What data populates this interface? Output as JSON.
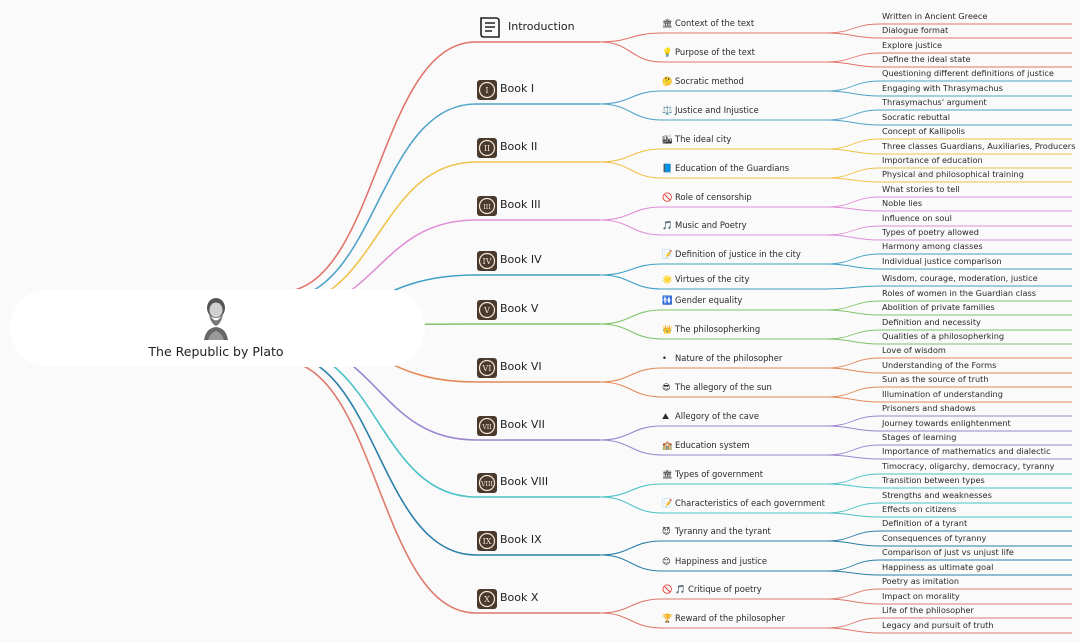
{
  "root": {
    "title": "The Republic by Plato"
  },
  "books": [
    {
      "label": "Introduction",
      "icon": "scroll-icon",
      "color": "#e2756b",
      "topics": [
        {
          "emoji": "🏛",
          "label": "Context of the text",
          "details": [
            "Written in Ancient Greece",
            "Dialogue format"
          ]
        },
        {
          "emoji": "💡",
          "label": "Purpose of the text",
          "details": [
            "Explore justice",
            "Define the ideal state"
          ]
        }
      ]
    },
    {
      "label": "Book I",
      "icon": "roman-one-icon",
      "color": "#4fa3c9",
      "topics": [
        {
          "emoji": "🤔",
          "label": "Socratic method",
          "details": [
            "Questioning different definitions of justice",
            "Engaging with Thrasymachus"
          ]
        },
        {
          "emoji": "⚖️",
          "label": "Justice and Injustice",
          "details": [
            "Thrasymachus' argument",
            "Socratic rebuttal"
          ]
        }
      ]
    },
    {
      "label": "Book II",
      "icon": "roman-two-icon",
      "color": "#f0c24a",
      "topics": [
        {
          "emoji": "🏙",
          "label": "The ideal city",
          "details": [
            "Concept of Kallipolis",
            "Three classes Guardians, Auxiliaries, Producers"
          ]
        },
        {
          "emoji": "📘",
          "label": "Education of the Guardians",
          "details": [
            "Importance of education",
            "Physical and philosophical training"
          ]
        }
      ]
    },
    {
      "label": "Book III",
      "icon": "roman-three-icon",
      "color": "#e08fd9",
      "topics": [
        {
          "emoji": "🚫",
          "label": "Role of censorship",
          "details": [
            "What stories to tell",
            "Noble lies"
          ]
        },
        {
          "emoji": "🎵",
          "label": "Music and Poetry",
          "details": [
            "Influence on soul",
            "Types of poetry allowed"
          ]
        }
      ]
    },
    {
      "label": "Book IV",
      "icon": "roman-four-icon",
      "color": "#3ea0c4",
      "topics": [
        {
          "emoji": "📝",
          "label": "Definition of justice in the city",
          "details": [
            "Harmony among classes",
            "Individual justice comparison"
          ]
        },
        {
          "emoji": "🌟",
          "label": "Virtues of the city",
          "details": [
            "Wisdom, courage, moderation, justice"
          ]
        }
      ]
    },
    {
      "label": "Book V",
      "icon": "roman-five-icon",
      "color": "#7fc46a",
      "topics": [
        {
          "emoji": "🚻",
          "label": "Gender equality",
          "details": [
            "Roles of women in the Guardian class",
            "Abolition of private families"
          ]
        },
        {
          "emoji": "👑",
          "label": "The philosopherking",
          "details": [
            "Definition and necessity",
            "Qualities of a philosopherking"
          ]
        }
      ]
    },
    {
      "label": "Book VI",
      "icon": "roman-six-icon",
      "color": "#e28a58",
      "topics": [
        {
          "emoji": "•",
          "label": "Nature of the philosopher",
          "details": [
            "Love of wisdom",
            "Understanding of the Forms"
          ]
        },
        {
          "emoji": "😎",
          "label": "The allegory of the sun",
          "details": [
            "Sun as the source of truth",
            "Illumination of understanding"
          ]
        }
      ]
    },
    {
      "label": "Book VII",
      "icon": "roman-seven-icon",
      "color": "#9b86cf",
      "topics": [
        {
          "emoji": "⛰",
          "label": "Allegory of the cave",
          "details": [
            "Prisoners and shadows",
            "Journey towards enlightenment"
          ]
        },
        {
          "emoji": "🏫",
          "label": "Education system",
          "details": [
            "Stages of learning",
            "Importance of mathematics and dialectic"
          ]
        }
      ]
    },
    {
      "label": "Book VIII",
      "icon": "roman-eight-icon",
      "color": "#4cc2c6",
      "topics": [
        {
          "emoji": "🏛",
          "label": "Types of government",
          "details": [
            "Timocracy, oligarchy, democracy, tyranny",
            "Transition between types"
          ]
        },
        {
          "emoji": "📝",
          "label": "Characteristics of each government",
          "details": [
            "Strengths and weaknesses",
            "Effects on citizens"
          ]
        }
      ]
    },
    {
      "label": "Book IX",
      "icon": "roman-nine-icon",
      "color": "#2a7fa8",
      "topics": [
        {
          "emoji": "😈",
          "label": "Tyranny and the tyrant",
          "details": [
            "Definition of a tyrant",
            "Consequences of tyranny"
          ]
        },
        {
          "emoji": "😊",
          "label": "Happiness and justice",
          "details": [
            "Comparison of just vs unjust life",
            "Happiness as ultimate goal"
          ]
        }
      ]
    },
    {
      "label": "Book X",
      "icon": "roman-ten-icon",
      "color": "#dd7a6e",
      "topics": [
        {
          "emoji": "🚫 🎵",
          "label": "Critique of poetry",
          "details": [
            "Poetry as imitation",
            "Impact on morality"
          ]
        },
        {
          "emoji": "🏆",
          "label": "Reward of the philosopher",
          "details": [
            "Life of the philosopher",
            "Legacy and pursuit of truth"
          ]
        }
      ]
    }
  ]
}
